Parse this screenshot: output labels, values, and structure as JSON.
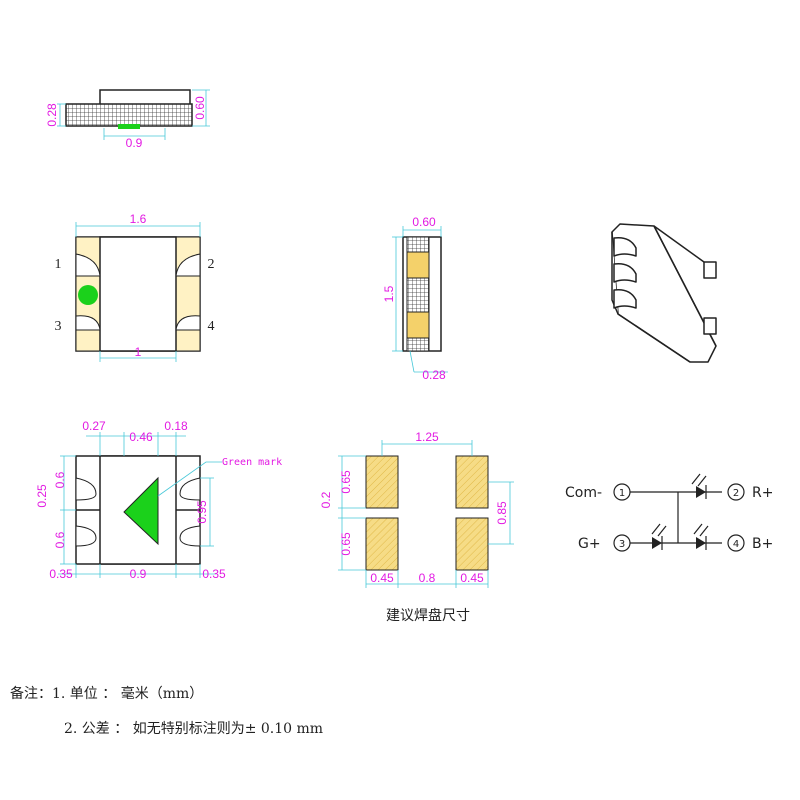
{
  "colors": {
    "dimension": "#e21ae2",
    "mark_green": "#1bd11b",
    "pad_gold": "#f4d16a",
    "outline": "#222222",
    "cyan_line": "#47c8d8"
  },
  "side_view": {
    "dim_left": "0.28",
    "dim_right": "0.60",
    "dim_bottom": "0.9"
  },
  "top_view": {
    "dim_width": "1.6",
    "dim_inner": "1",
    "pins": [
      "1",
      "2",
      "3",
      "4"
    ]
  },
  "end_view": {
    "dim_width": "0.60",
    "dim_height": "1.5",
    "dim_bottom": "0.28"
  },
  "bottom_view": {
    "dims_top": [
      "0.27",
      "0.46",
      "0.18"
    ],
    "dims_left": [
      "0.25",
      "0.6",
      "0.6"
    ],
    "dim_right": "0.95",
    "dims_bottom": [
      "0.35",
      "0.9",
      "0.35"
    ],
    "mark_label": "Green mark"
  },
  "pad_layout": {
    "dim_top": "1.25",
    "dims_left": [
      "0.2",
      "0.65",
      "0.65"
    ],
    "dim_right": "0.85",
    "dims_bottom": [
      "0.45",
      "0.8",
      "0.45"
    ],
    "caption": "建议焊盘尺寸"
  },
  "circuit": {
    "pin1": "Com-",
    "pin1_num": "1",
    "pin2": "R+",
    "pin2_num": "2",
    "pin3": "G+",
    "pin3_num": "3",
    "pin4": "B+",
    "pin4_num": "4"
  },
  "notes": {
    "line1": "备注：1. 单位 ： 毫米（mm）",
    "line2": "2. 公差 ： 如无特别标注则为±  0.10 mm"
  }
}
